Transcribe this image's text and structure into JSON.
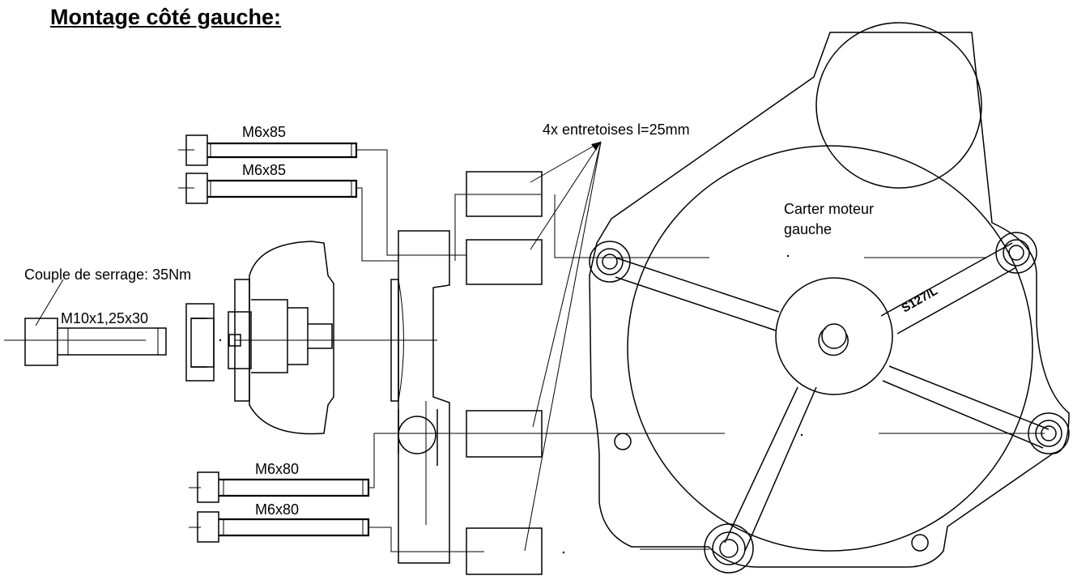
{
  "title": "Montage côté gauche:",
  "labels": {
    "bolt_top_1": "M6x85",
    "bolt_top_2": "M6x85",
    "bolt_bottom_1": "M6x80",
    "bolt_bottom_2": "M6x80",
    "main_bolt": "M10x1,25x30",
    "torque": "Couple de serrage: 35Nm",
    "spacers": "4x entretoises l=25mm",
    "housing_line1": "Carter moteur",
    "housing_line2": "gauche",
    "part_number": "S127/L"
  }
}
